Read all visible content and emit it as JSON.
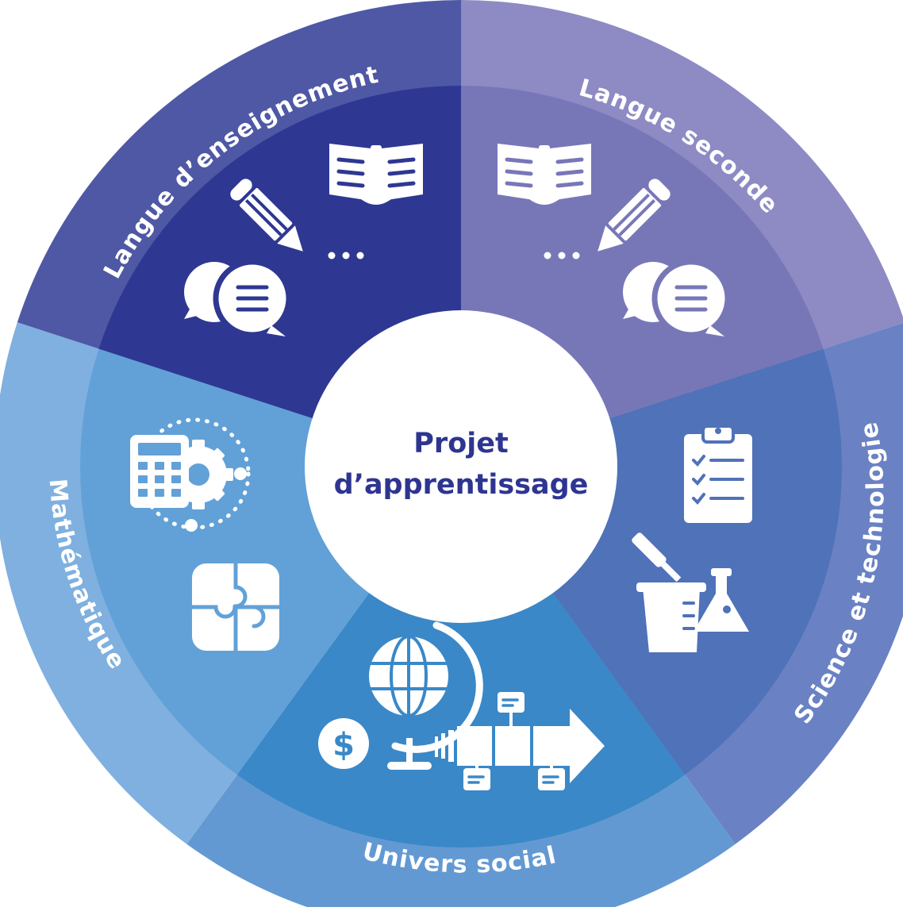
{
  "center": {
    "line1": "Projet",
    "line2": "d’apprentissage"
  },
  "segments": [
    {
      "label": "Langue d’enseignement",
      "outer": "#4f58a4",
      "inner": "#2e3892",
      "icons": [
        "book-icon",
        "pencil-icon",
        "ellipsis-icon",
        "speech-bubbles-icon"
      ]
    },
    {
      "label": "Langue seconde",
      "outer": "#8d8ac4",
      "inner": "#7777b8",
      "icons": [
        "book-icon",
        "pencil-icon",
        "ellipsis-icon",
        "speech-bubbles-icon"
      ]
    },
    {
      "label": "Science et technologie",
      "outer": "#6a82c4",
      "inner": "#4f72b8",
      "icons": [
        "clipboard-checklist-icon",
        "lab-flask-icon"
      ]
    },
    {
      "label": "Univers social",
      "outer": "#6399d2",
      "inner": "#3a88c7",
      "icons": [
        "globe-icon",
        "dollar-icon",
        "timeline-arrow-icon"
      ]
    },
    {
      "label": "Mathématique",
      "outer": "#7fb0df",
      "inner": "#62a1d7",
      "icons": [
        "calculator-gear-icon",
        "puzzle-icon"
      ]
    }
  ]
}
